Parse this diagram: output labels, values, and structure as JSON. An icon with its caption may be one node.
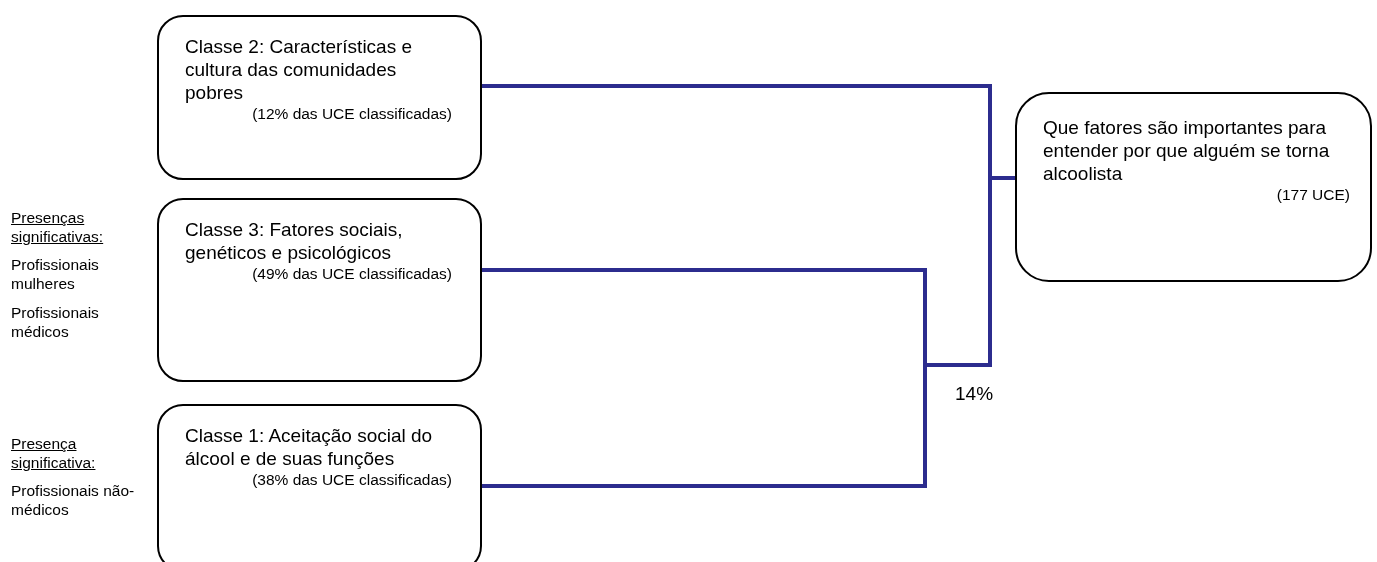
{
  "diagram": {
    "nodes": [
      {
        "text": [
          "Classe 2: Características e cultura das comunidades pobres",
          "(12% das UCE classificadas)"
        ]
      },
      {
        "text": [
          "Classe 3: Fatores sociais, genéticos e psicológicos",
          "(49% das UCE classificadas)"
        ],
        "beside": [
          "Presenças significativas:",
          "Profissionais mulheres",
          "Profissionais médicos"
        ]
      },
      {
        "text": [
          "Classe 1: Aceitação social do álcool e de suas funções",
          "(38% das UCE classificadas)"
        ],
        "beside": [
          "Presença significativa:",
          "Profissionais não-médicos"
        ]
      },
      {
        "text": [
          "Que fatores são importantes para entender por que alguém se torna alcoolista",
          "(177 UCE)"
        ]
      }
    ],
    "edges": [
      {
        "from": 0,
        "to": 3,
        "arrow": "none"
      },
      {
        "from": 1,
        "to": 3,
        "arrow": "none"
      },
      {
        "from": 2,
        "to": 3,
        "arrow": "none"
      }
    ],
    "labels": [
      "14%"
    ]
  }
}
